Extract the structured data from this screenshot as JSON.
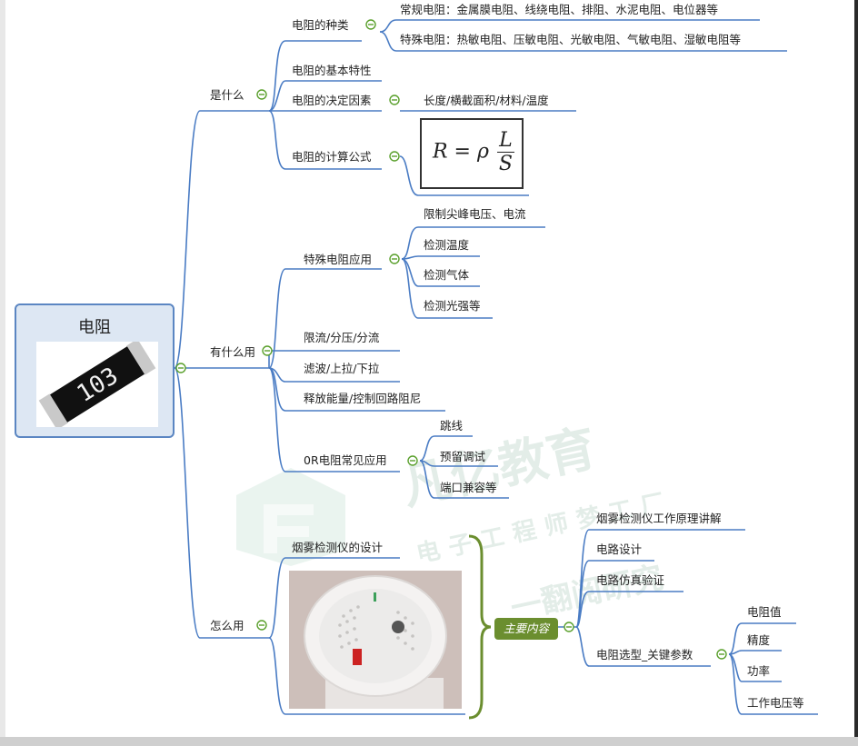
{
  "root": {
    "title": "电阻"
  },
  "branches": {
    "what": {
      "label": "是什么",
      "types": {
        "label": "电阻的种类",
        "conventional": "常规电阻：金属膜电阻、线绕电阻、排阻、水泥电阻、电位器等",
        "special": "特殊电阻：热敏电阻、压敏电阻、光敏电阻、气敏电阻、湿敏电阻等"
      },
      "basic": {
        "label": "电阻的基本特性"
      },
      "factors": {
        "label": "电阻的决定因素",
        "value": "长度/横截面积/材料/温度"
      },
      "formula": {
        "label": "电阻的计算公式",
        "expr_lhs": "R = ρ",
        "num": "L",
        "den": "S"
      }
    },
    "use": {
      "label": "有什么用",
      "special_app": {
        "label": "特殊电阻应用",
        "items": [
          "限制尖峰电压、电流",
          "检测温度",
          "检测气体",
          "检测光强等"
        ]
      },
      "items": [
        "限流/分压/分流",
        "滤波/上拉/下拉",
        "释放能量/控制回路阻尼"
      ],
      "zero_ohm": {
        "label": "0R电阻常见应用",
        "items": [
          "跳线",
          "预留调试",
          "端口兼容等"
        ]
      }
    },
    "how": {
      "label": "怎么用",
      "design": {
        "label": "烟雾检测仪的设计"
      },
      "main_content": {
        "label": "主要内容",
        "items": [
          "烟雾检测仪工作原理讲解",
          "电路设计",
          "电路仿真验证",
          "电阻选型_关键参数"
        ],
        "params": [
          "电阻值",
          "精度",
          "功率",
          "工作电压等"
        ]
      }
    }
  },
  "watermark": {
    "brand": "凡亿教育",
    "slogan": "电子工程师梦工厂",
    "slogan2": "一翻阅研究"
  },
  "resistor_code": "103",
  "colors": {
    "branch": "#4a7cc4",
    "main_pill": "#6b8e2f",
    "collapse": "#5aa02c",
    "root_fill": "#dde7f3"
  }
}
